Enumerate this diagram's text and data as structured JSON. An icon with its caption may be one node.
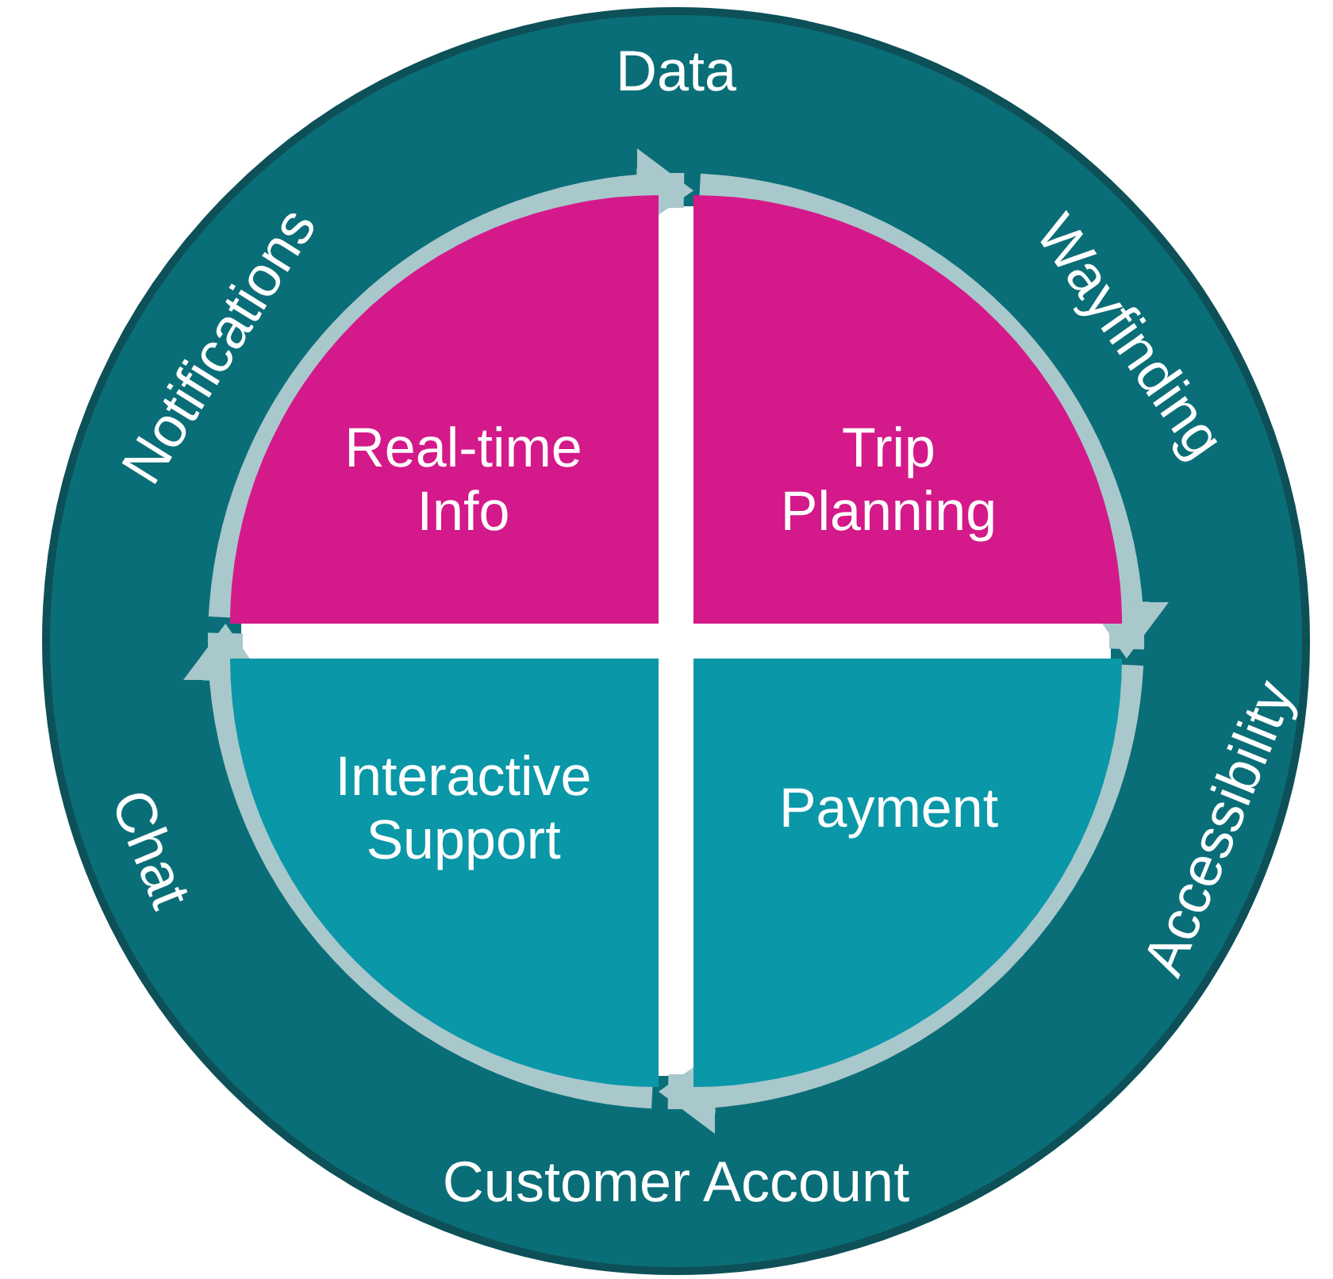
{
  "diagram": {
    "nodes": [
      {
        "text": [
          "Data",
          "Wayfinding",
          "Accessibility",
          "Customer Account",
          "Chat",
          "Notifications"
        ]
      },
      {
        "text": [
          "Real-time Info"
        ],
        "in": 0
      },
      {
        "text": [
          "Trip Planning"
        ],
        "in": 0
      },
      {
        "text": [
          "Payment"
        ],
        "in": 0
      },
      {
        "text": [
          "Interactive Support"
        ],
        "in": 0
      }
    ],
    "edges": [
      {
        "from": 1,
        "to": 2,
        "arrow": "to"
      },
      {
        "from": 2,
        "to": 3,
        "arrow": "to"
      },
      {
        "from": 3,
        "to": 4,
        "arrow": "to"
      },
      {
        "from": 4,
        "to": 1,
        "arrow": "to"
      }
    ]
  }
}
